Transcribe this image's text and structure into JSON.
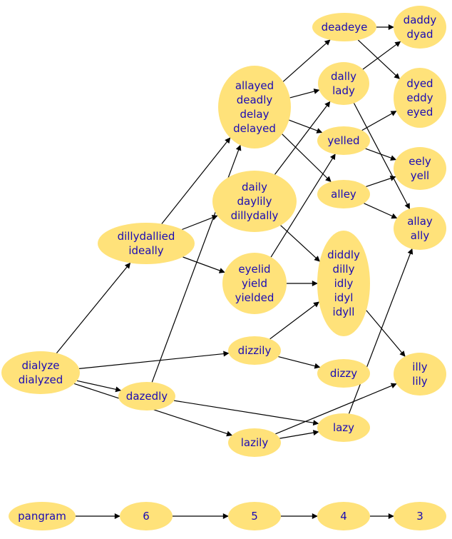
{
  "colors": {
    "node_fill": "#ffe27a",
    "node_text": "#1a0ab4",
    "edge": "#000000",
    "background": "#ffffff"
  },
  "nodes": [
    {
      "id": "deadeye",
      "lines": [
        "deadeye"
      ]
    },
    {
      "id": "daddy",
      "lines": [
        "daddy",
        "dyad"
      ]
    },
    {
      "id": "allayed",
      "lines": [
        "allayed",
        "deadly",
        "delay",
        "delayed"
      ]
    },
    {
      "id": "dally",
      "lines": [
        "dally",
        "lady"
      ]
    },
    {
      "id": "dyed",
      "lines": [
        "dyed",
        "eddy",
        "eyed"
      ]
    },
    {
      "id": "yelled",
      "lines": [
        "yelled"
      ]
    },
    {
      "id": "eely",
      "lines": [
        "eely",
        "yell"
      ]
    },
    {
      "id": "daily",
      "lines": [
        "daily",
        "daylily",
        "dillydally"
      ]
    },
    {
      "id": "alley",
      "lines": [
        "alley"
      ]
    },
    {
      "id": "allay",
      "lines": [
        "allay",
        "ally"
      ]
    },
    {
      "id": "dillydallied",
      "lines": [
        "dillydallied",
        "ideally"
      ]
    },
    {
      "id": "diddly",
      "lines": [
        "diddly",
        "dilly",
        "idly",
        "idyl",
        "idyll"
      ]
    },
    {
      "id": "eyelid",
      "lines": [
        "eyelid",
        "yield",
        "yielded"
      ]
    },
    {
      "id": "dizzily",
      "lines": [
        "dizzily"
      ]
    },
    {
      "id": "dialyze",
      "lines": [
        "dialyze",
        "dialyzed"
      ]
    },
    {
      "id": "dizzy",
      "lines": [
        "dizzy"
      ]
    },
    {
      "id": "illy",
      "lines": [
        "illy",
        "lily"
      ]
    },
    {
      "id": "dazedly",
      "lines": [
        "dazedly"
      ]
    },
    {
      "id": "lazy",
      "lines": [
        "lazy"
      ]
    },
    {
      "id": "lazily",
      "lines": [
        "lazily"
      ]
    },
    {
      "id": "pangram",
      "lines": [
        "pangram"
      ]
    },
    {
      "id": "n6",
      "lines": [
        "6"
      ]
    },
    {
      "id": "n5",
      "lines": [
        "5"
      ]
    },
    {
      "id": "n4",
      "lines": [
        "4"
      ]
    },
    {
      "id": "n3",
      "lines": [
        "3"
      ]
    }
  ],
  "edges": [
    [
      "deadeye",
      "daddy"
    ],
    [
      "deadeye",
      "dyed"
    ],
    [
      "allayed",
      "deadeye"
    ],
    [
      "allayed",
      "dally"
    ],
    [
      "allayed",
      "yelled"
    ],
    [
      "allayed",
      "alley"
    ],
    [
      "dally",
      "daddy"
    ],
    [
      "dally",
      "allay"
    ],
    [
      "yelled",
      "dyed"
    ],
    [
      "yelled",
      "eely"
    ],
    [
      "daily",
      "dally"
    ],
    [
      "daily",
      "diddly"
    ],
    [
      "alley",
      "eely"
    ],
    [
      "alley",
      "allay"
    ],
    [
      "dillydallied",
      "allayed"
    ],
    [
      "dillydallied",
      "daily"
    ],
    [
      "dillydallied",
      "eyelid"
    ],
    [
      "eyelid",
      "yelled"
    ],
    [
      "eyelid",
      "diddly"
    ],
    [
      "diddly",
      "illy"
    ],
    [
      "dizzily",
      "diddly"
    ],
    [
      "dizzily",
      "dizzy"
    ],
    [
      "dialyze",
      "dillydallied"
    ],
    [
      "dialyze",
      "dizzily"
    ],
    [
      "dialyze",
      "dazedly"
    ],
    [
      "dialyze",
      "lazily"
    ],
    [
      "dazedly",
      "allayed"
    ],
    [
      "dazedly",
      "lazy"
    ],
    [
      "lazily",
      "lazy"
    ],
    [
      "lazily",
      "illy"
    ],
    [
      "lazy",
      "allay"
    ],
    [
      "pangram",
      "n6"
    ],
    [
      "n6",
      "n5"
    ],
    [
      "n5",
      "n4"
    ],
    [
      "n4",
      "n3"
    ]
  ]
}
